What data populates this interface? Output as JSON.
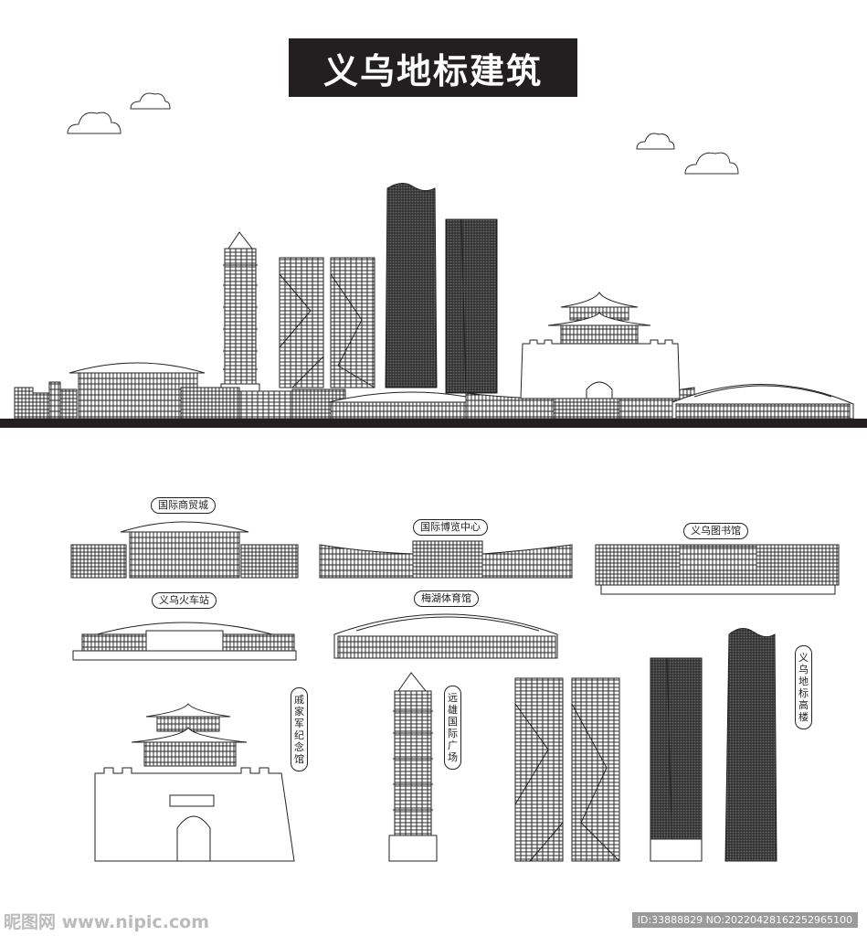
{
  "title": "义乌地标建筑",
  "labels": {
    "trade_city": "国际商贸城",
    "expo_center": "国际博览中心",
    "library": "义乌图书馆",
    "railway_station": "义乌火车站",
    "meihu_gym": "梅湖体育馆",
    "qi_memorial": "戚家军纪念馆",
    "yuanxiong_plaza": "远雄国际广场",
    "landmark_tower": "义乌地标高楼"
  },
  "watermark": {
    "left": "昵图网 www.nipic.com",
    "right": "ID:33888829 NO:20220428162252965100"
  }
}
